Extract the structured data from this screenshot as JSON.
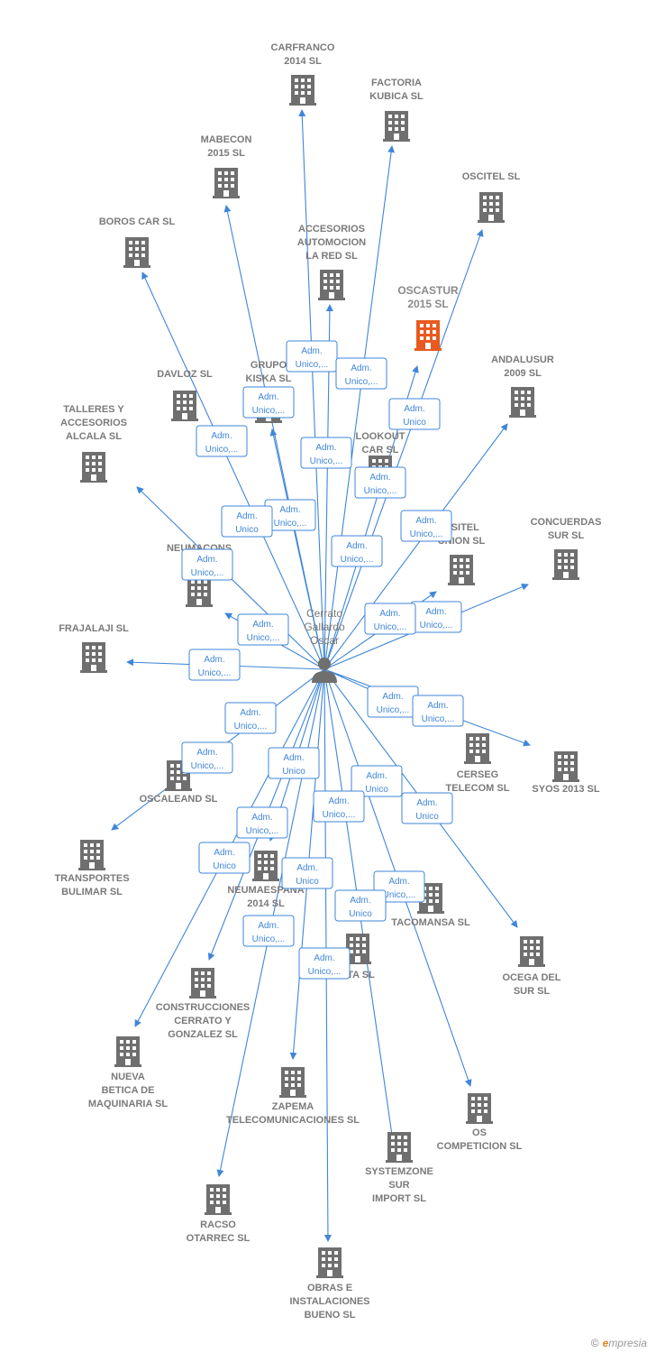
{
  "center": {
    "lines": [
      "Cerrato",
      "Gallardo",
      "Oscar"
    ],
    "icon": "person-icon"
  },
  "colors": {
    "edge": "#3f86d8",
    "building": "#6f6f6f",
    "highlight": "#e85a1f",
    "label": "#7a7a7a"
  },
  "role_lines": [
    "Adm.",
    "Unico,..."
  ],
  "role_lines_alt": [
    "Adm.",
    "Unico"
  ],
  "companies": [
    {
      "id": "carfranco",
      "lines": [
        "CARFRANCO",
        "2014  SL"
      ]
    },
    {
      "id": "factoria",
      "lines": [
        "FACTORIA",
        "KUBICA SL"
      ]
    },
    {
      "id": "mabecon",
      "lines": [
        "MABECON",
        "2015  SL"
      ]
    },
    {
      "id": "oscitel",
      "lines": [
        "OSCITEL  SL"
      ]
    },
    {
      "id": "boros",
      "lines": [
        "BOROS CAR SL"
      ]
    },
    {
      "id": "accesorios",
      "lines": [
        "ACCESORIOS",
        "AUTOMOCION",
        "LA RED SL"
      ]
    },
    {
      "id": "oscastur",
      "lines": [
        "OSCASTUR",
        "2015  SL"
      ],
      "highlight": true
    },
    {
      "id": "davloz",
      "lines": [
        "DAVLOZ  SL"
      ]
    },
    {
      "id": "grupo",
      "lines": [
        "GRUPO",
        "KISKA SL"
      ]
    },
    {
      "id": "andalusur",
      "lines": [
        "ANDALUSUR",
        "2009 SL"
      ]
    },
    {
      "id": "talleres",
      "lines": [
        "TALLERES Y",
        "ACCESORIOS",
        "ALCALA SL"
      ]
    },
    {
      "id": "lookout",
      "lines": [
        "LOOKOUT",
        "CAR SL"
      ]
    },
    {
      "id": "concuerdas",
      "lines": [
        "CONCUERDAS",
        "SUR  SL"
      ]
    },
    {
      "id": "ositel",
      "lines": [
        "OSITEL",
        "UNION  SL"
      ]
    },
    {
      "id": "neumacons",
      "lines": [
        "NEUMACONS"
      ]
    },
    {
      "id": "frajalaji",
      "lines": [
        "FRAJALAJI SL"
      ]
    },
    {
      "id": "cerseg",
      "lines": [
        "CERSEG",
        "TELECOM  SL"
      ]
    },
    {
      "id": "syos",
      "lines": [
        "SYOS 2013 SL"
      ]
    },
    {
      "id": "oscaleand",
      "lines": [
        "OSCALEAND SL"
      ]
    },
    {
      "id": "transportes",
      "lines": [
        "TRANSPORTES",
        "BULIMAR  SL"
      ]
    },
    {
      "id": "neumaespana",
      "lines": [
        "NEUMAESPAÑA",
        "2014  SL"
      ]
    },
    {
      "id": "tacomansa",
      "lines": [
        "TACOMANSA SL"
      ]
    },
    {
      "id": "ocega",
      "lines": [
        "OCEGA DEL",
        "SUR SL"
      ]
    },
    {
      "id": "ata",
      "lines": [
        "ATA  SL"
      ]
    },
    {
      "id": "construcciones",
      "lines": [
        "CONSTRUCCIONES",
        "CERRATO Y",
        "GONZALEZ  SL"
      ]
    },
    {
      "id": "nueva",
      "lines": [
        "NUEVA",
        "BETICA DE",
        "MAQUINARIA SL"
      ]
    },
    {
      "id": "zapema",
      "lines": [
        "ZAPEMA",
        "TELECOMUNICACIONES SL"
      ]
    },
    {
      "id": "os",
      "lines": [
        "OS",
        "COMPETICION SL"
      ]
    },
    {
      "id": "systemzone",
      "lines": [
        "SYSTEMZONE",
        "SUR",
        "IMPORT SL"
      ]
    },
    {
      "id": "racso",
      "lines": [
        "RACSO",
        "OTARREC SL"
      ]
    },
    {
      "id": "obras",
      "lines": [
        "OBRAS E",
        "INSTALACIONES",
        "BUENO  SL"
      ]
    }
  ],
  "footer": {
    "copyright": "©",
    "brand_initial": "e",
    "brand_rest": "mpresia"
  }
}
